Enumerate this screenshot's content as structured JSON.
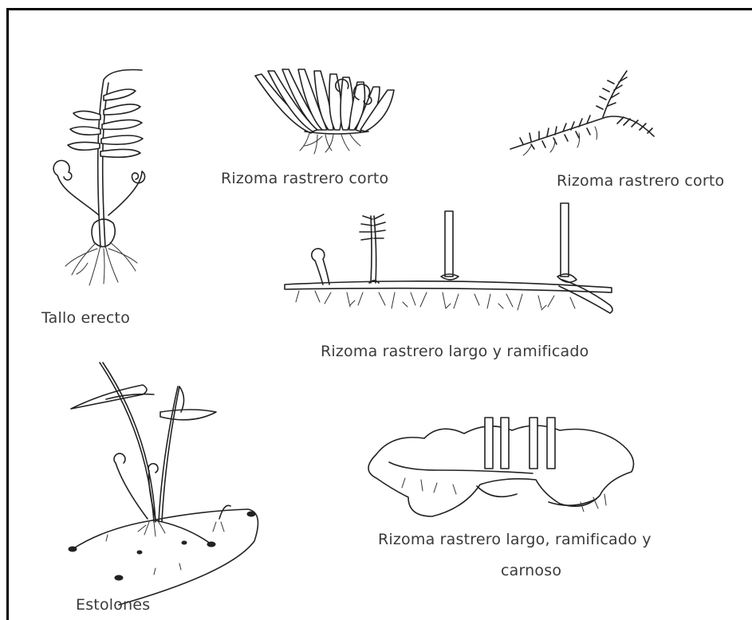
{
  "figures": [
    {
      "id": "erect",
      "label": "Tallo erecto"
    },
    {
      "id": "short-a",
      "label": "Rizoma rastrero corto"
    },
    {
      "id": "short-b",
      "label": "Rizoma rastrero corto"
    },
    {
      "id": "long",
      "label": "Rizoma rastrero largo y ramificado"
    },
    {
      "id": "stolon",
      "label": "Estolones"
    },
    {
      "id": "fleshy",
      "label_line1": "Rizoma rastrero largo, ramificado y",
      "label_line2": "carnoso"
    }
  ]
}
